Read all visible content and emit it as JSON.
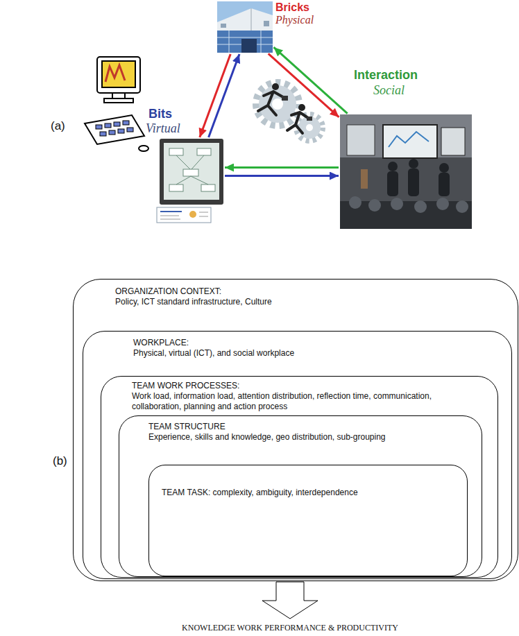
{
  "diagram": {
    "nodes": [
      {
        "text": [
          "Bricks",
          "Physical"
        ]
      },
      {
        "text": [
          "Bits",
          "Virtual"
        ]
      },
      {
        "text": [
          "Interaction",
          "Social"
        ]
      },
      {
        "text": [
          "ORGANIZATION CONTEXT:",
          "Policy, ICT standard infrastructure, Culture"
        ]
      },
      {
        "text": [
          "WORKPLACE:",
          "Physical, virtual (ICT), and social workplace"
        ],
        "in": 3
      },
      {
        "text": [
          "TEAM WORK PROCESSES:",
          "Work load, information load, attention distribution, reflection time, communication, collaboration, planning and action process"
        ],
        "in": 4
      },
      {
        "text": [
          "TEAM STRUCTURE",
          "Experience, skills and knowledge, geo distribution, sub-grouping"
        ],
        "in": 5
      },
      {
        "text": [
          "TEAM TASK: complexity, ambiguity, interdependence"
        ],
        "in": 6
      }
    ],
    "edges": [
      {
        "from": 0,
        "to": 1,
        "arrow": "to"
      },
      {
        "from": 1,
        "to": 0,
        "arrow": "to"
      },
      {
        "from": 0,
        "to": 2,
        "arrow": "to"
      },
      {
        "from": 2,
        "to": 0,
        "arrow": "to"
      },
      {
        "from": 1,
        "to": 2,
        "arrow": "to"
      },
      {
        "from": 2,
        "to": 1,
        "arrow": "to"
      }
    ],
    "labels": [
      "(a)",
      "(b)",
      "KNOWLEDGE WORK PERFORMANCE & PRODUCTIVITY"
    ]
  }
}
